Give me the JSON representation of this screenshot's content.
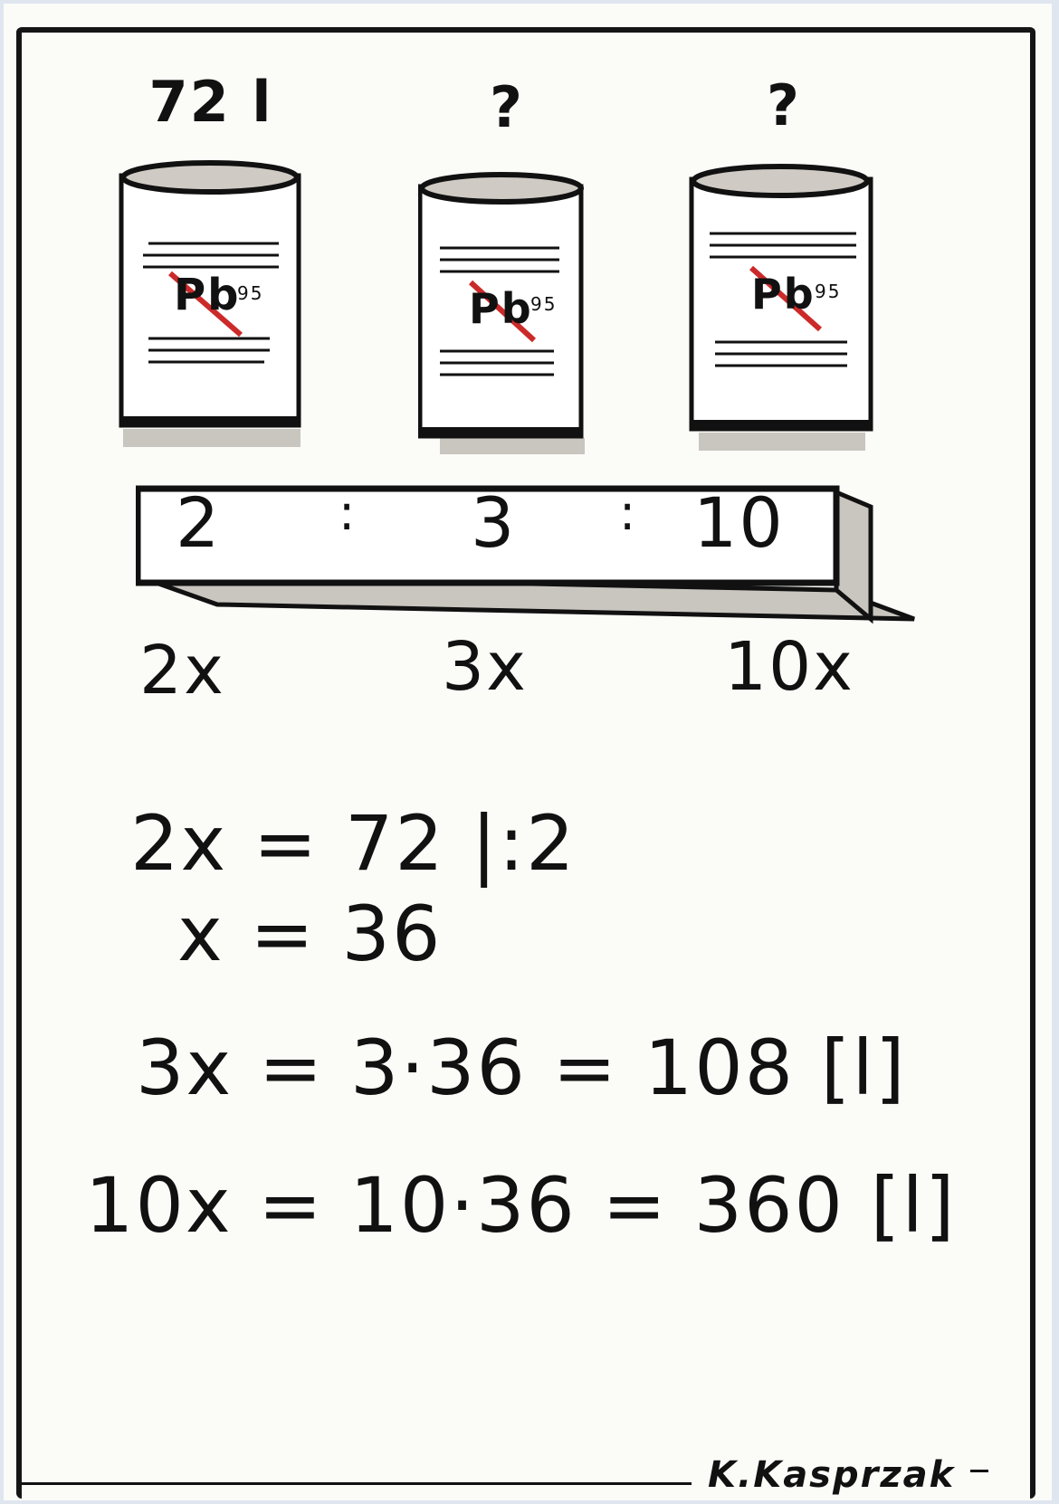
{
  "cans": [
    {
      "top_label": "72 l",
      "fuel_symbol": "Pb",
      "fuel_number": "95"
    },
    {
      "top_label": "?",
      "fuel_symbol": "Pb",
      "fuel_number": "95"
    },
    {
      "top_label": "?",
      "fuel_symbol": "Pb",
      "fuel_number": "95"
    }
  ],
  "ratio": {
    "a": "2",
    "sep1": ":",
    "b": "3",
    "sep2": ":",
    "c": "10"
  },
  "multiples": [
    "2x",
    "3x",
    "10x"
  ],
  "equations": [
    "2x = 72 |:2",
    "x = 36",
    "3x = 3·36 = 108 [l]",
    "10x = 10·36 = 360 [l]"
  ],
  "signature": "K.Kasprzak",
  "colors": {
    "ink": "#111111",
    "strike": "#cc2a2a",
    "shadow": "#c9c5bf",
    "can_top": "#cfcac4"
  }
}
